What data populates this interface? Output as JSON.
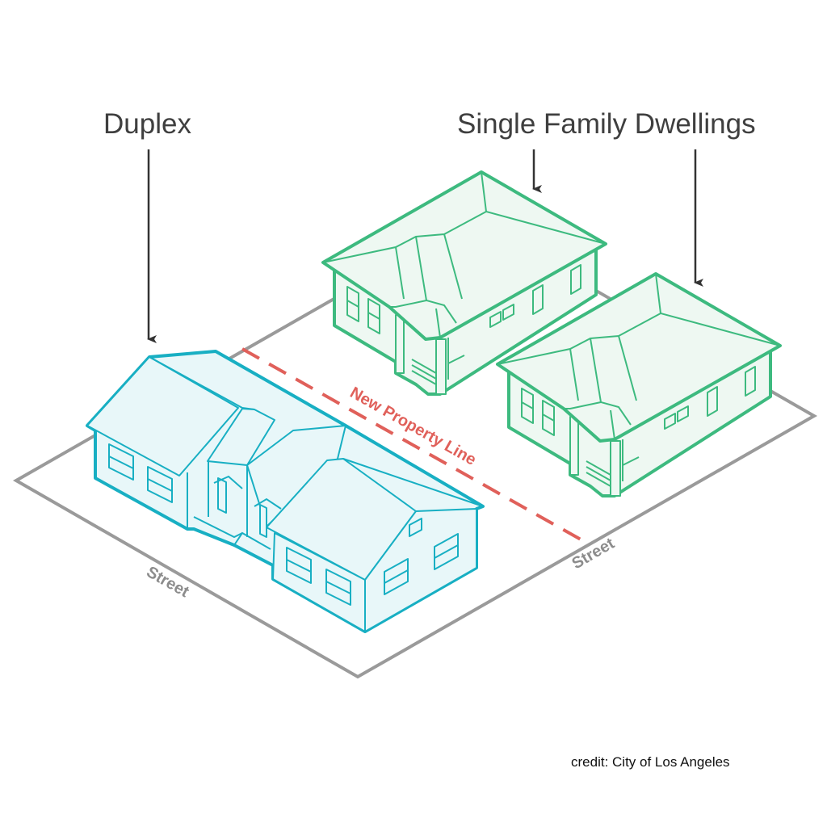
{
  "labels": {
    "duplex": "Duplex",
    "single_family": "Single Family Dwellings",
    "property_line": "New Property Line",
    "street_left": "Street",
    "street_right": "Street"
  },
  "credit": "credit: City of Los Angeles",
  "colors": {
    "duplex": "#18afc3",
    "single_family": "#3dba7f",
    "property_line": "#e0605a",
    "lot": "#9a9a9a"
  }
}
